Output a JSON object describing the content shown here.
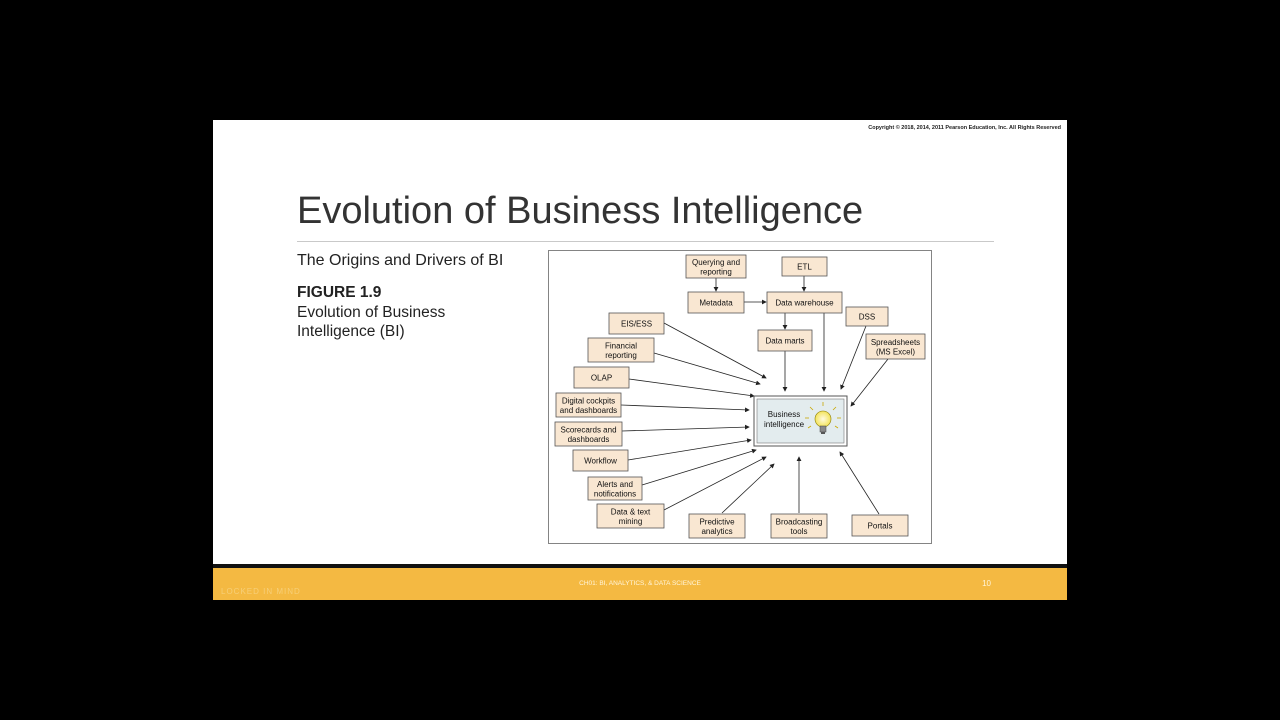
{
  "copyright": "Copyright © 2018, 2014, 2011 Pearson Education, Inc. All Rights Reserved",
  "title": "Evolution of Business Intelligence",
  "subtitle": "The Origins and Drivers of BI",
  "figure": {
    "label": "FIGURE 1.9",
    "caption": "Evolution of Business Intelligence (BI)"
  },
  "diagram": {
    "center": [
      "Business",
      "intelligence"
    ],
    "nodes": {
      "querying": [
        "Querying and",
        "reporting"
      ],
      "etl": [
        "ETL"
      ],
      "metadata": [
        "Metadata"
      ],
      "warehouse": [
        "Data warehouse"
      ],
      "dss": [
        "DSS"
      ],
      "eis": [
        "EIS/ESS"
      ],
      "financial": [
        "Financial",
        "reporting"
      ],
      "datamarts": [
        "Data marts"
      ],
      "spreadsheets": [
        "Spreadsheets",
        "(MS Excel)"
      ],
      "olap": [
        "OLAP"
      ],
      "cockpits": [
        "Digital cockpits",
        "and dashboards"
      ],
      "scorecards": [
        "Scorecards and",
        "dashboards"
      ],
      "workflow": [
        "Workflow"
      ],
      "alerts": [
        "Alerts and",
        "notifications"
      ],
      "mining": [
        "Data & text",
        "mining"
      ],
      "predictive": [
        "Predictive",
        "analytics"
      ],
      "broadcasting": [
        "Broadcasting",
        "tools"
      ],
      "portals": [
        "Portals"
      ]
    }
  },
  "colors": {
    "footer": "#f4b942",
    "node_fill": "#f9e7d2",
    "bulb": "#f3e35a"
  },
  "footer": {
    "center": "CH01: BI, ANALYTICS, & DATA SCIENCE",
    "page": "10",
    "left": "LOCKED IN MIND"
  }
}
